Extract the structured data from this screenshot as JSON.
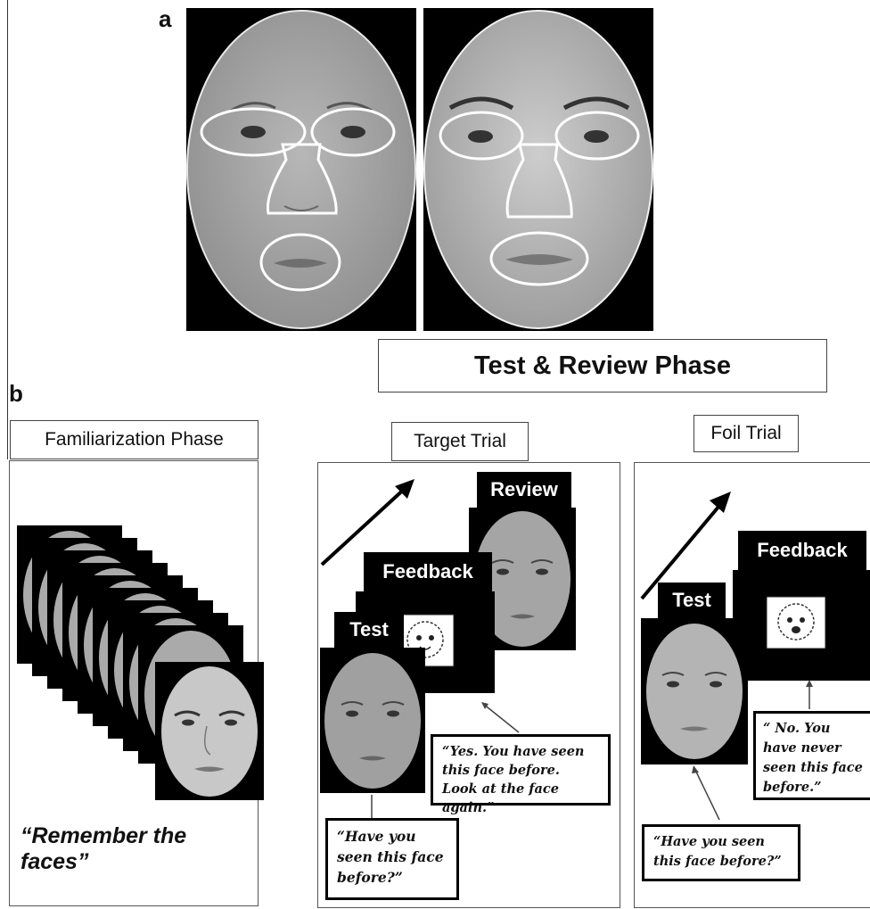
{
  "panel_a": {
    "letter": "a"
  },
  "panel_b": {
    "letter": "b",
    "test_review_title": "Test & Review Phase",
    "familiarization": {
      "title": "Familiarization Phase",
      "caption": "“Remember the faces”"
    },
    "target_trial": {
      "title": "Target Trial",
      "review_label": "Review",
      "feedback_label": "Feedback",
      "test_label": "Test",
      "feedback_quote": "“Yes. You have seen this face before. Look at the face again.”",
      "test_quote": "“Have you seen this face before?”"
    },
    "foil_trial": {
      "title": "Foil Trial",
      "feedback_label": "Feedback",
      "test_label": "Test",
      "feedback_quote": "“ No. You have never seen this face before.”",
      "test_quote": "“Have you seen this face before?”"
    }
  }
}
